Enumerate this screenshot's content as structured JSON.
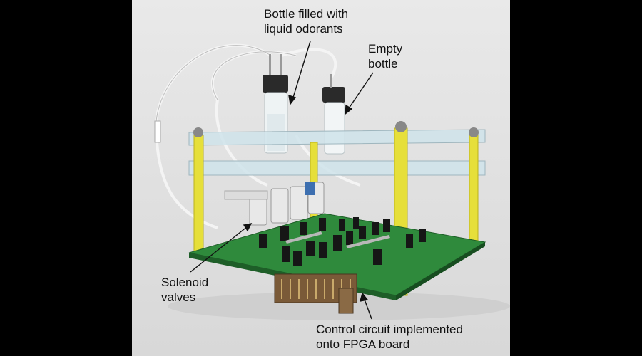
{
  "labels": {
    "bottle_filled": "Bottle filled with\nliquid odorants",
    "empty_bottle": "Empty\nbottle",
    "solenoid_valves": "Solenoid\nvalves",
    "control_circuit": "Control circuit implemented\nonto FPGA board"
  },
  "colors": {
    "background": "#e6e6e6",
    "pcb": "#2f8a3c",
    "rods": "#e6df3a",
    "acrylic": "#cfe3ea"
  }
}
